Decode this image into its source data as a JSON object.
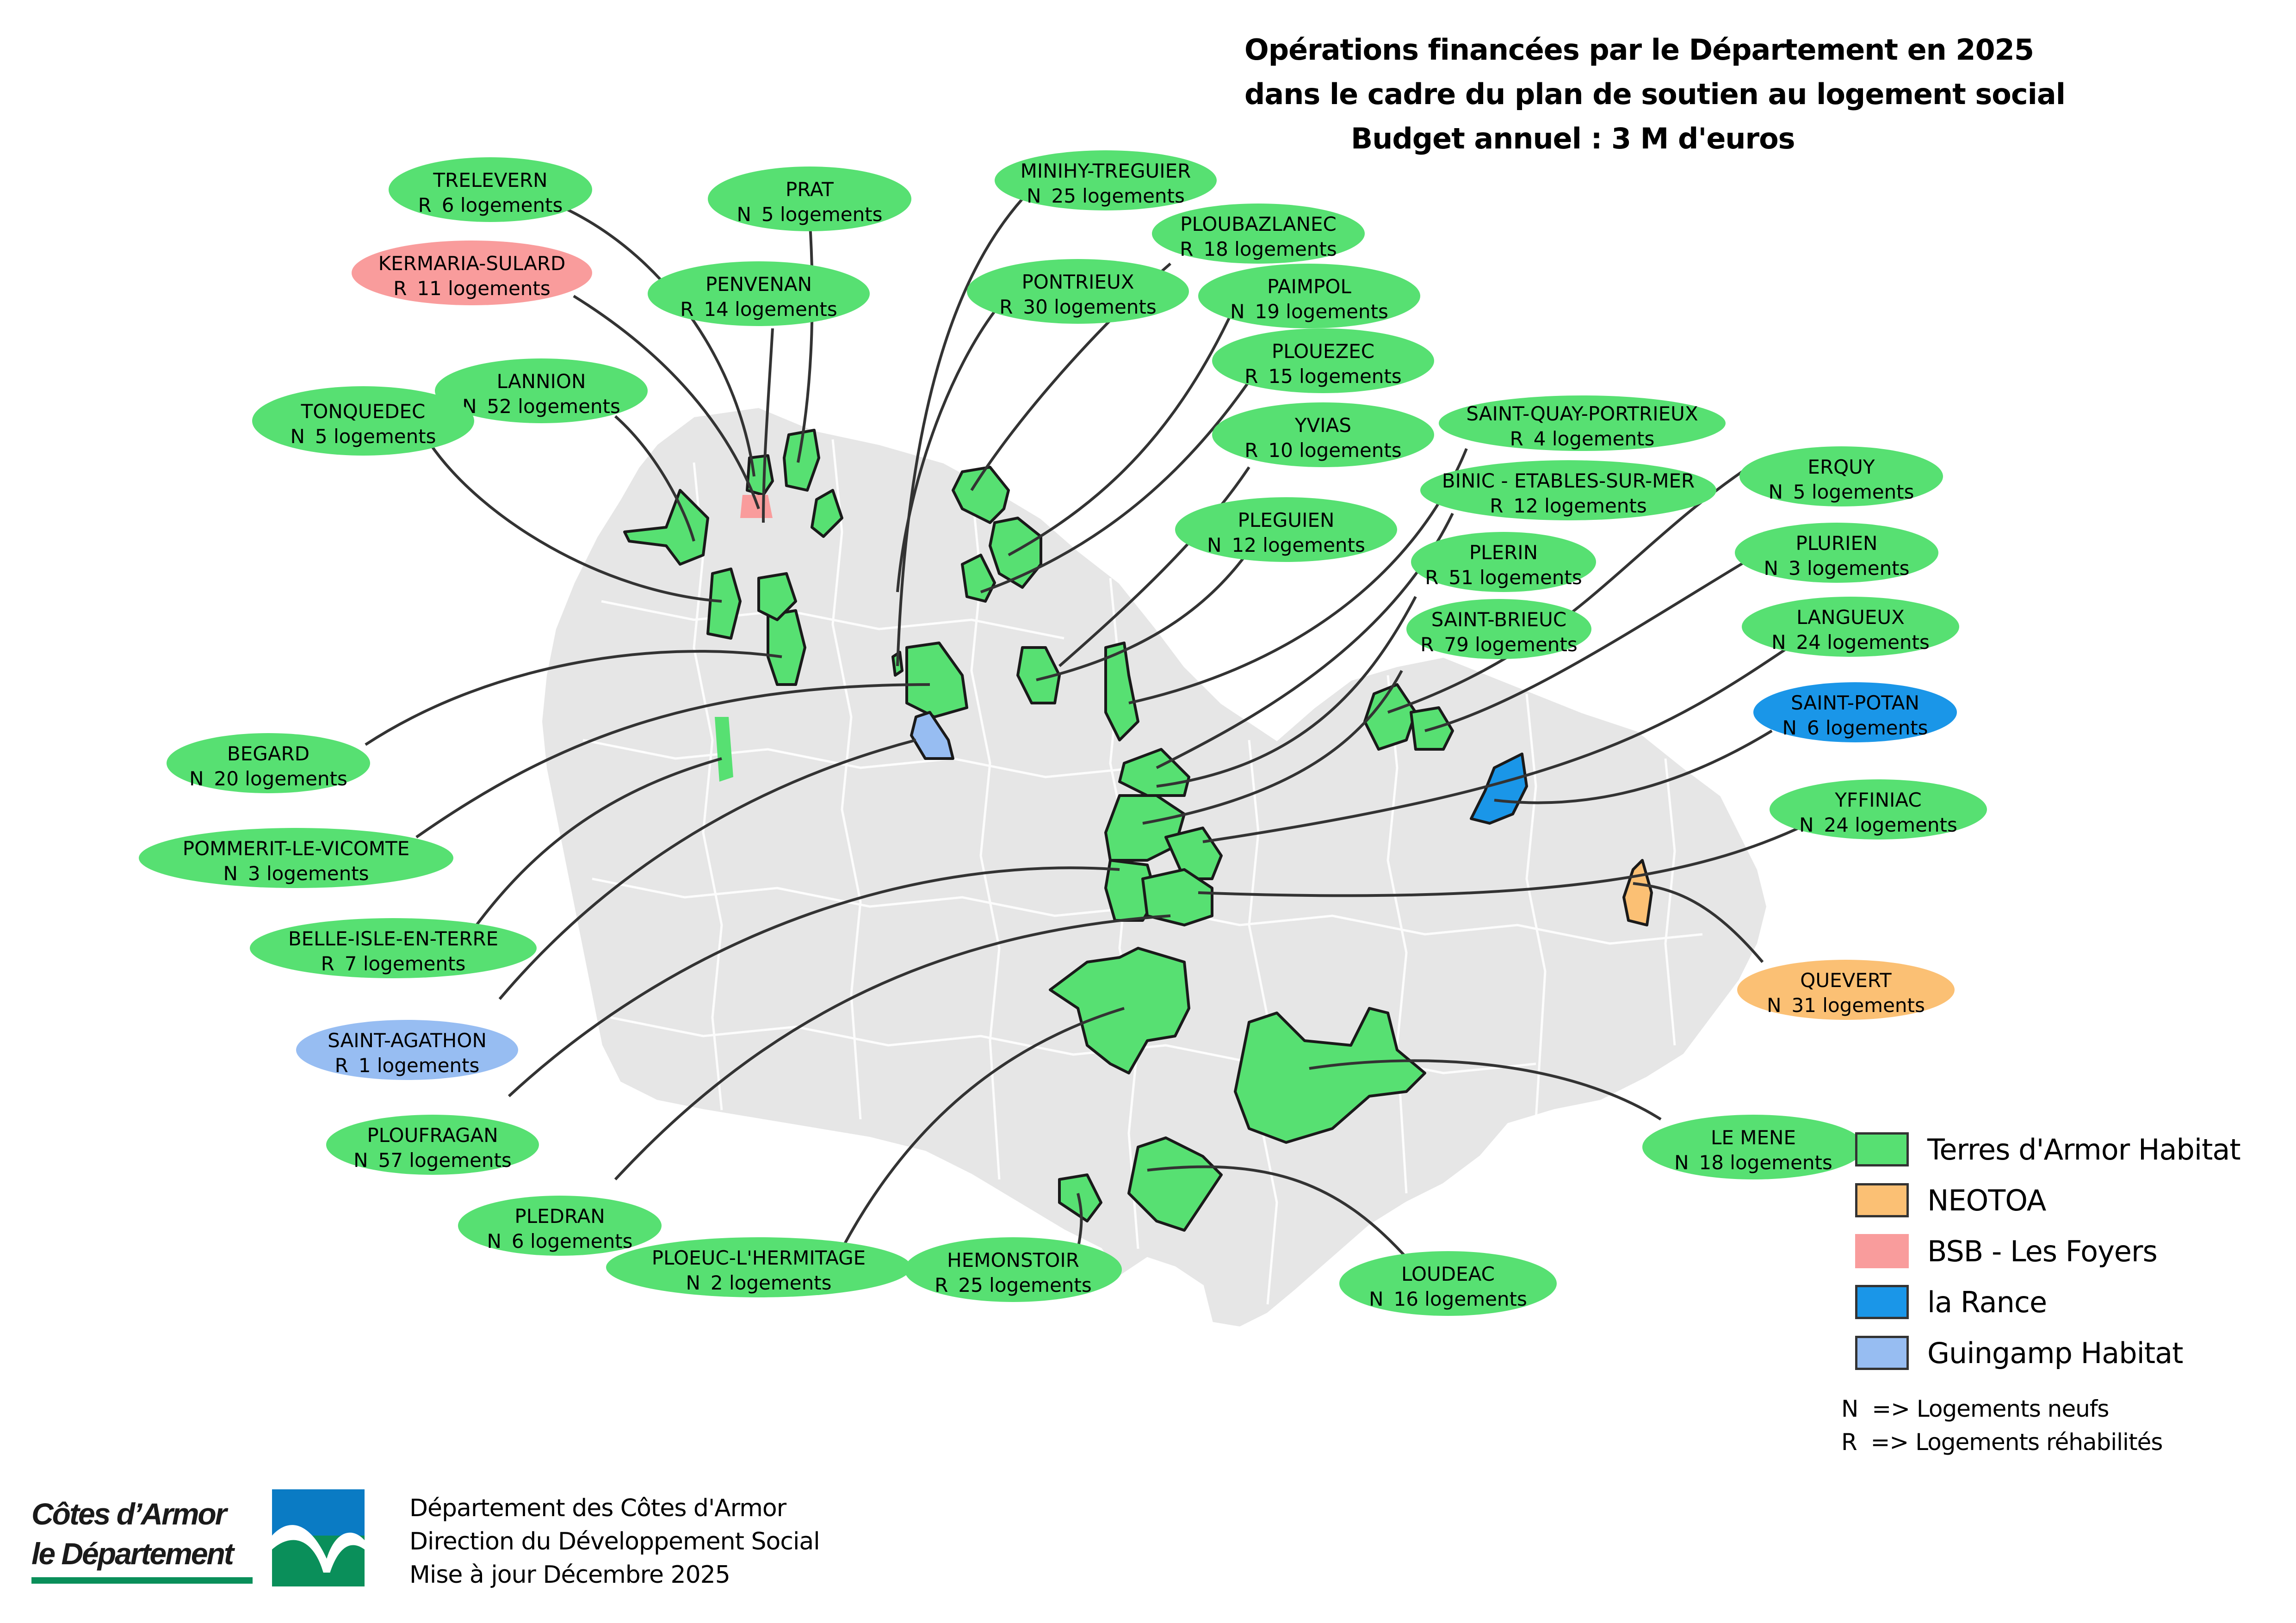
{
  "title": {
    "line1": "Opérations financées par le Département en 2025",
    "line2": "dans le cadre du plan de soutien au logement social",
    "line3": "Budget annuel : 3 M d'euros"
  },
  "colors": {
    "terres_armor": "#57e072",
    "neotoa": "#fbc074",
    "bsb": "#f99c9c",
    "la_rance": "#1a96e8",
    "guingamp": "#97bdf2",
    "land": "#e6e6e6",
    "commune_border": "#ffffff",
    "leader": "#333333"
  },
  "communes": [
    {
      "name": "TRELEVERN",
      "type": "R",
      "count": "6 logements",
      "org": "terres_armor"
    },
    {
      "name": "PRAT",
      "type": "N",
      "count": "5 logements",
      "org": "terres_armor"
    },
    {
      "name": "MINIHY-TREGUIER",
      "type": "N",
      "count": "25 logements",
      "org": "terres_armor"
    },
    {
      "name": "PLOUBAZLANEC",
      "type": "R",
      "count": "18 logements",
      "org": "terres_armor"
    },
    {
      "name": "KERMARIA-SULARD",
      "type": "R",
      "count": "11 logements",
      "org": "bsb"
    },
    {
      "name": "PENVENAN",
      "type": "R",
      "count": "14 logements",
      "org": "terres_armor"
    },
    {
      "name": "PONTRIEUX",
      "type": "R",
      "count": "30 logements",
      "org": "terres_armor"
    },
    {
      "name": "PAIMPOL",
      "type": "N",
      "count": "19 logements",
      "org": "terres_armor"
    },
    {
      "name": "PLOUEZEC",
      "type": "R",
      "count": "15 logements",
      "org": "terres_armor"
    },
    {
      "name": "LANNION",
      "type": "N",
      "count": "52 logements",
      "org": "terres_armor"
    },
    {
      "name": "TONQUEDEC",
      "type": "N",
      "count": "5 logements",
      "org": "terres_armor"
    },
    {
      "name": "YVIAS",
      "type": "R",
      "count": "10 logements",
      "org": "terres_armor"
    },
    {
      "name": "SAINT-QUAY-PORTRIEUX",
      "type": "R",
      "count": "4 logements",
      "org": "terres_armor"
    },
    {
      "name": "BINIC - ETABLES-SUR-MER",
      "type": "R",
      "count": "12 logements",
      "org": "terres_armor"
    },
    {
      "name": "ERQUY",
      "type": "N",
      "count": "5 logements",
      "org": "terres_armor"
    },
    {
      "name": "PLEGUIEN",
      "type": "N",
      "count": "12 logements",
      "org": "terres_armor"
    },
    {
      "name": "PLERIN",
      "type": "R",
      "count": "51 logements",
      "org": "terres_armor"
    },
    {
      "name": "PLURIEN",
      "type": "N",
      "count": "3 logements",
      "org": "terres_armor"
    },
    {
      "name": "SAINT-BRIEUC",
      "type": "R",
      "count": "79 logements",
      "org": "terres_armor"
    },
    {
      "name": "LANGUEUX",
      "type": "N",
      "count": "24 logements",
      "org": "terres_armor"
    },
    {
      "name": "SAINT-POTAN",
      "type": "N",
      "count": "6 logements",
      "org": "la_rance"
    },
    {
      "name": "BEGARD",
      "type": "N",
      "count": "20 logements",
      "org": "terres_armor"
    },
    {
      "name": "YFFINIAC",
      "type": "N",
      "count": "24 logements",
      "org": "terres_armor"
    },
    {
      "name": "POMMERIT-LE-VICOMTE",
      "type": "N",
      "count": "3 logements",
      "org": "terres_armor"
    },
    {
      "name": "BELLE-ISLE-EN-TERRE",
      "type": "R",
      "count": "7 logements",
      "org": "terres_armor"
    },
    {
      "name": "QUEVERT",
      "type": "N",
      "count": "31 logements",
      "org": "neotoa"
    },
    {
      "name": "SAINT-AGATHON",
      "type": "R",
      "count": "1 logements",
      "org": "guingamp"
    },
    {
      "name": "LE MENE",
      "type": "N",
      "count": "18 logements",
      "org": "terres_armor"
    },
    {
      "name": "PLOUFRAGAN",
      "type": "N",
      "count": "57 logements",
      "org": "terres_armor"
    },
    {
      "name": "PLEDRAN",
      "type": "N",
      "count": "6 logements",
      "org": "terres_armor"
    },
    {
      "name": "PLOEUC-L'HERMITAGE",
      "type": "N",
      "count": "2 logements",
      "org": "terres_armor"
    },
    {
      "name": "HEMONSTOIR",
      "type": "R",
      "count": "25 logements",
      "org": "terres_armor"
    },
    {
      "name": "LOUDEAC",
      "type": "N",
      "count": "16 logements",
      "org": "terres_armor"
    }
  ],
  "legend": {
    "items": [
      {
        "label": "Terres d'Armor Habitat",
        "org": "terres_armor"
      },
      {
        "label": "NEOTOA",
        "org": "neotoa"
      },
      {
        "label": "BSB - Les Foyers",
        "org": "bsb"
      },
      {
        "label": "la Rance",
        "org": "la_rance"
      },
      {
        "label": "Guingamp Habitat",
        "org": "guingamp"
      }
    ],
    "notes": [
      "N  => Logements neufs",
      "R  => Logements réhabilités"
    ]
  },
  "logo": {
    "line1": "Côtes d’Armor",
    "line2": "le Département"
  },
  "credits": {
    "line1": "Département des Côtes d'Armor",
    "line2": "Direction du Développement Social",
    "line3": "Mise à jour Décembre 2025"
  }
}
